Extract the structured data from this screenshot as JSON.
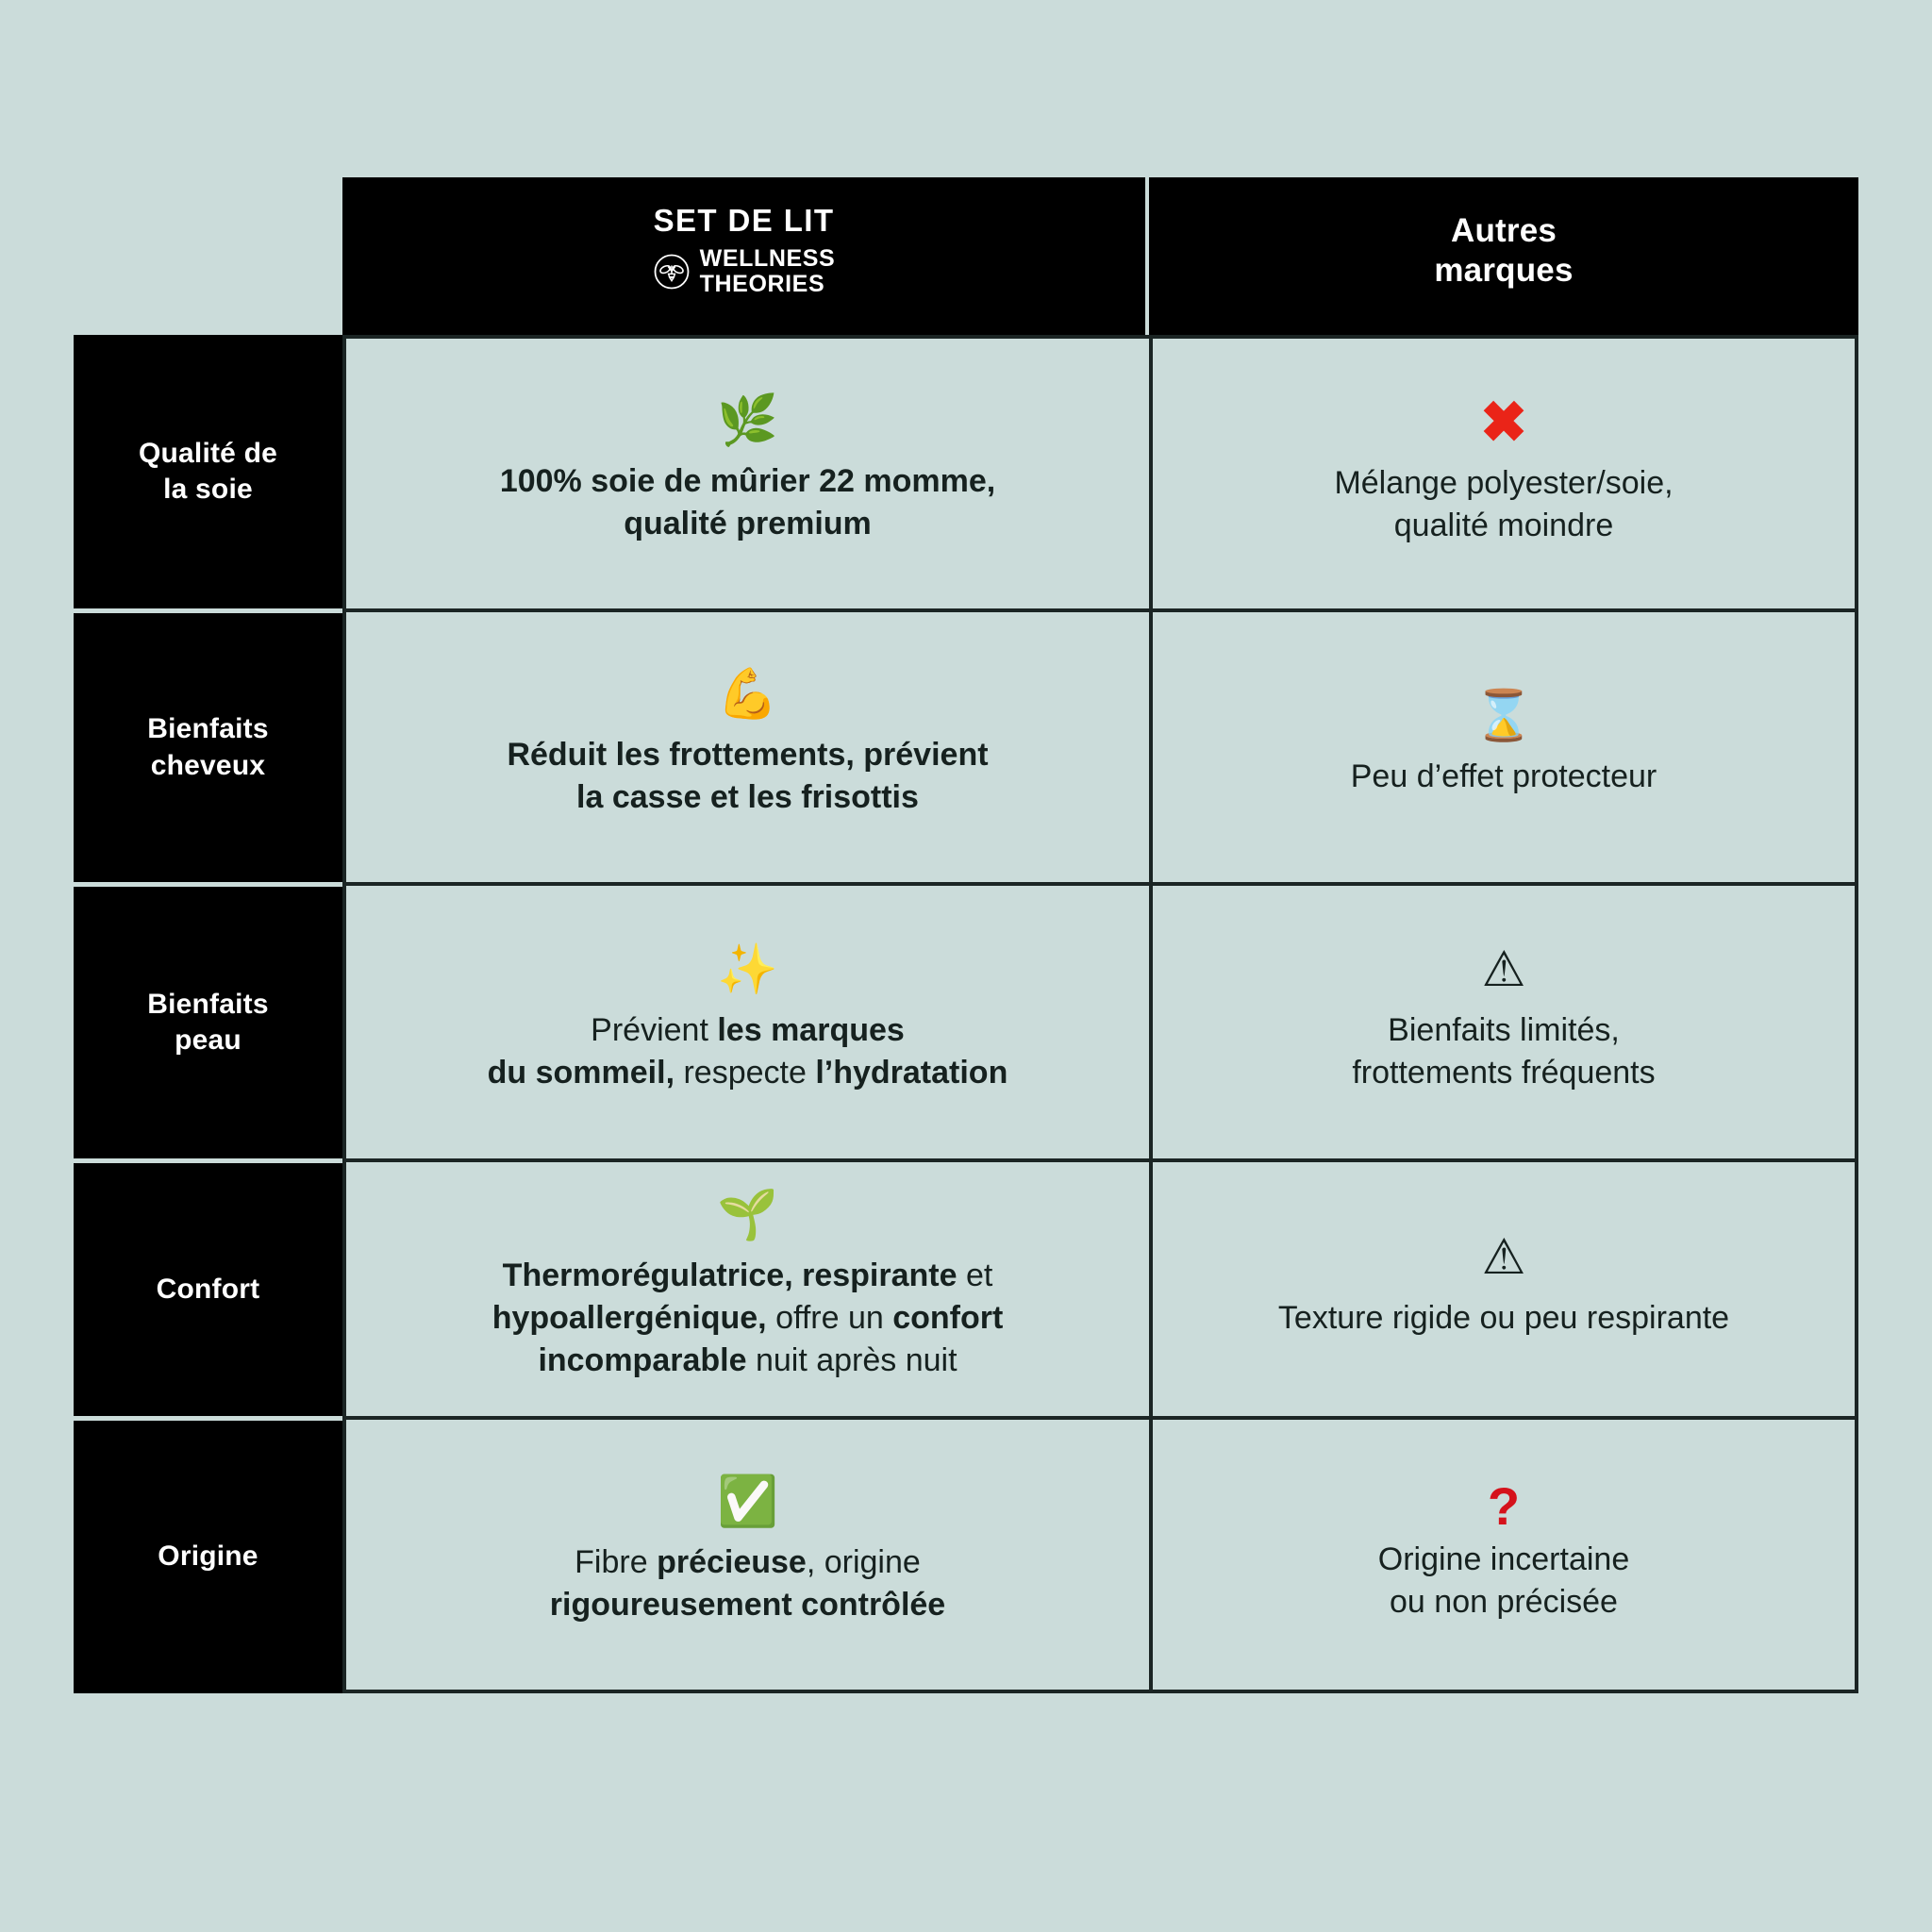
{
  "canvas": {
    "background_color": "#cbdcda",
    "table_border_color": "#1b2524",
    "header_background": "#000000",
    "header_text_color": "#ffffff",
    "body_text_color": "#16211f",
    "negative_color": "#ea2418",
    "question_color": "#d5121b"
  },
  "header": {
    "corner": "",
    "brand": {
      "title": "SET DE LIT",
      "logo_icon": "bee-in-circle-icon",
      "wordmark_line1": "WELLNESS",
      "wordmark_line2": "THEORIES"
    },
    "other": {
      "line1": "Autres",
      "line2": "marques"
    }
  },
  "rows": [
    {
      "label": "Qualité de\nla soie",
      "label_line1": "Qualité de",
      "label_line2": "la soie",
      "brand": {
        "icon": "herb-emoji",
        "icon_glyph": "🌿",
        "text_plain": "100% soie de mûrier 22 momme, qualité premium",
        "segments": [
          {
            "text": "100% soie de mûrier 22 momme,",
            "bold": true
          },
          {
            "text": " ",
            "bold": true
          },
          {
            "text": "qualité premium",
            "bold": true
          }
        ]
      },
      "other": {
        "icon": "red-cross-mark-icon",
        "icon_glyph": "✖",
        "text_line1": "Mélange polyester/soie,",
        "text_line2": "qualité moindre"
      }
    },
    {
      "label_line1": "Bienfaits",
      "label_line2": "cheveux",
      "brand": {
        "icon": "flexed-biceps-emoji",
        "icon_glyph": "💪",
        "text_line1": "Réduit les frottements, prévient",
        "text_line2": "la casse et les frisottis"
      },
      "other": {
        "icon": "hourglass-emoji",
        "icon_glyph": "⌛",
        "text_line1": "Peu d’effet protecteur",
        "text_line2": ""
      }
    },
    {
      "label_line1": "Bienfaits",
      "label_line2": "peau",
      "brand": {
        "icon": "sparkles-emoji",
        "icon_glyph": "✨",
        "segments": [
          {
            "text": "Prévient ",
            "bold": false
          },
          {
            "text": "les marques du sommeil,",
            "bold": true
          },
          {
            "text": " respecte ",
            "bold": false
          },
          {
            "text": "l’hydratation",
            "bold": true
          }
        ]
      },
      "other": {
        "icon": "warning-emoji",
        "icon_glyph": "⚠",
        "text_line1": "Bienfaits limités,",
        "text_line2": "frottements fréquents"
      }
    },
    {
      "label_line1": "Confort",
      "label_line2": "",
      "brand": {
        "icon": "seedling-emoji",
        "icon_glyph": "🌱",
        "segments": [
          {
            "text": "Thermorégulatrice, respirante",
            "bold": true
          },
          {
            "text": " et ",
            "bold": false
          },
          {
            "text": "hypoallergénique,",
            "bold": true
          },
          {
            "text": " offre un ",
            "bold": false
          },
          {
            "text": "confort incomparable",
            "bold": true
          },
          {
            "text": " nuit après nuit",
            "bold": false
          }
        ]
      },
      "other": {
        "icon": "warning-emoji",
        "icon_glyph": "⚠",
        "text_line1": "Texture rigide ou peu respirante",
        "text_line2": ""
      }
    },
    {
      "label_line1": "Origine",
      "label_line2": "",
      "brand": {
        "icon": "check-mark-button-emoji",
        "icon_glyph": "✅",
        "segments": [
          {
            "text": "Fibre ",
            "bold": false
          },
          {
            "text": "précieuse",
            "bold": true
          },
          {
            "text": ", origine ",
            "bold": false
          },
          {
            "text": "rigoureusement contrôlée",
            "bold": true
          }
        ]
      },
      "other": {
        "icon": "red-question-mark-icon",
        "icon_glyph": "?",
        "text_line1": "Origine incertaine",
        "text_line2": "ou non précisée"
      }
    }
  ]
}
